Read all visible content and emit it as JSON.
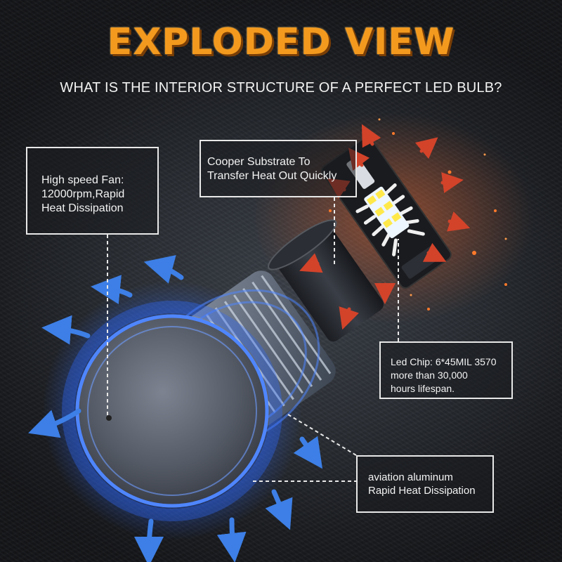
{
  "header": {
    "title": "EXPLODED VIEW",
    "subtitle": "WHAT IS THE INTERIOR STRUCTURE OF A PERFECT LED BULB?"
  },
  "callouts": {
    "fan": {
      "lines": [
        "High speed Fan:",
        "12000rpm,Rapid",
        "Heat Dissipation"
      ]
    },
    "copper": {
      "lines": [
        "Cooper Substrate To",
        "Transfer Heat Out Quickly"
      ]
    },
    "led_chip": {
      "lines": [
        "Led Chip: 6*45MIL 3570",
        "more than 30,000",
        "hours lifespan."
      ]
    },
    "aluminum": {
      "lines": [
        "aviation aluminum",
        "Rapid  Heat Dissipation"
      ]
    }
  },
  "colors": {
    "title_orange": "#f39a1e",
    "glow_blue": "#2f6bff",
    "arrow_blue": "#3d7fe6",
    "arrow_red": "#d2432a",
    "led_white": "#eef6ff",
    "led_yellow": "#ffe94a"
  }
}
